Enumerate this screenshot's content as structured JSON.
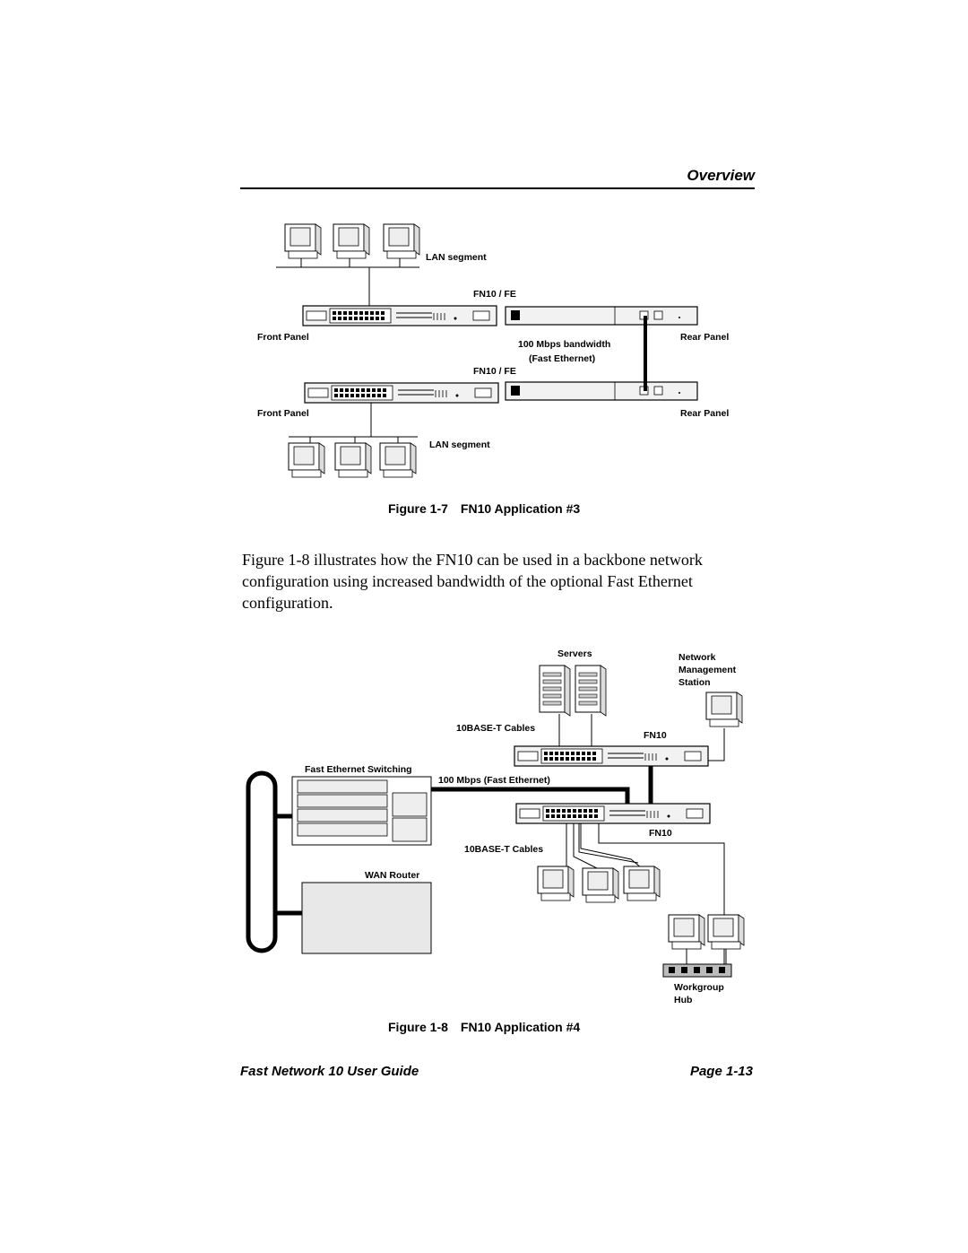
{
  "header": {
    "section": "Overview"
  },
  "figure7": {
    "lan_segment_top": "LAN segment",
    "fn10_fe_top": "FN10 / FE",
    "front_panel_top": "Front Panel",
    "rear_panel_top": "Rear Panel",
    "bandwidth_line1": "100 Mbps bandwidth",
    "bandwidth_line2": "(Fast Ethernet)",
    "fn10_fe_bottom": "FN10 / FE",
    "front_panel_bottom": "Front Panel",
    "rear_panel_bottom": "Rear Panel",
    "lan_segment_bottom": "LAN segment",
    "caption_number": "Figure 1-7",
    "caption_title": "FN10 Application #3"
  },
  "body_text": "Figure 1-8 illustrates how the FN10 can be used in a backbone network configuration using increased bandwidth of the optional Fast Ethernet configuration.",
  "figure8": {
    "servers": "Servers",
    "nms_line1": "Network",
    "nms_line2": "Management",
    "nms_line3": "Station",
    "cables_top": "10BASE-T Cables",
    "fn10_top": "FN10",
    "fast_ethernet_switching": "Fast Ethernet Switching",
    "mbps_link": "100 Mbps (Fast Ethernet)",
    "fn10_bottom": "FN10",
    "cables_bottom": "10BASE-T Cables",
    "wan_router": "WAN Router",
    "hub_line1": "Workgroup",
    "hub_line2": "Hub",
    "caption_number": "Figure 1-8",
    "caption_title": "FN10 Application #4"
  },
  "footer": {
    "title": "Fast Network 10 User Guide",
    "page": "Page 1-13"
  }
}
